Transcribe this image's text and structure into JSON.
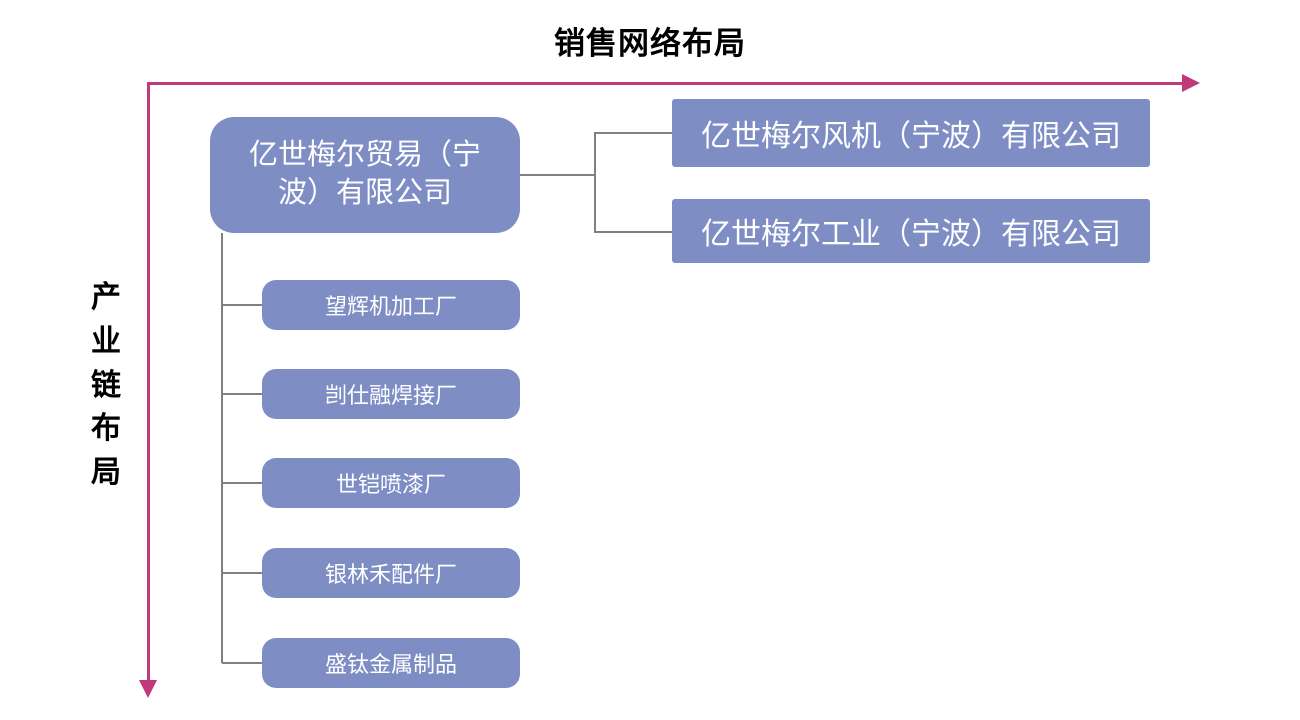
{
  "title": "销售网络布局",
  "left_axis": {
    "label": "产业链布局"
  },
  "colors": {
    "box_fill": "#7E8EC5",
    "box_text": "#FFFFFF",
    "arrow": "#C0397B",
    "connector": "#808080",
    "title_text": "#000000"
  },
  "main_box": {
    "label": "亿世梅尔贸易（宁波）有限公司"
  },
  "right_boxes": [
    {
      "label": "亿世梅尔风机（宁波）有限公司"
    },
    {
      "label": "亿世梅尔工业（宁波）有限公司"
    }
  ],
  "child_boxes": [
    {
      "label": "望辉机加工厂"
    },
    {
      "label": "剀仕融焊接厂"
    },
    {
      "label": "世铠喷漆厂"
    },
    {
      "label": "银林禾配件厂"
    },
    {
      "label": "盛钛金属制品"
    }
  ]
}
